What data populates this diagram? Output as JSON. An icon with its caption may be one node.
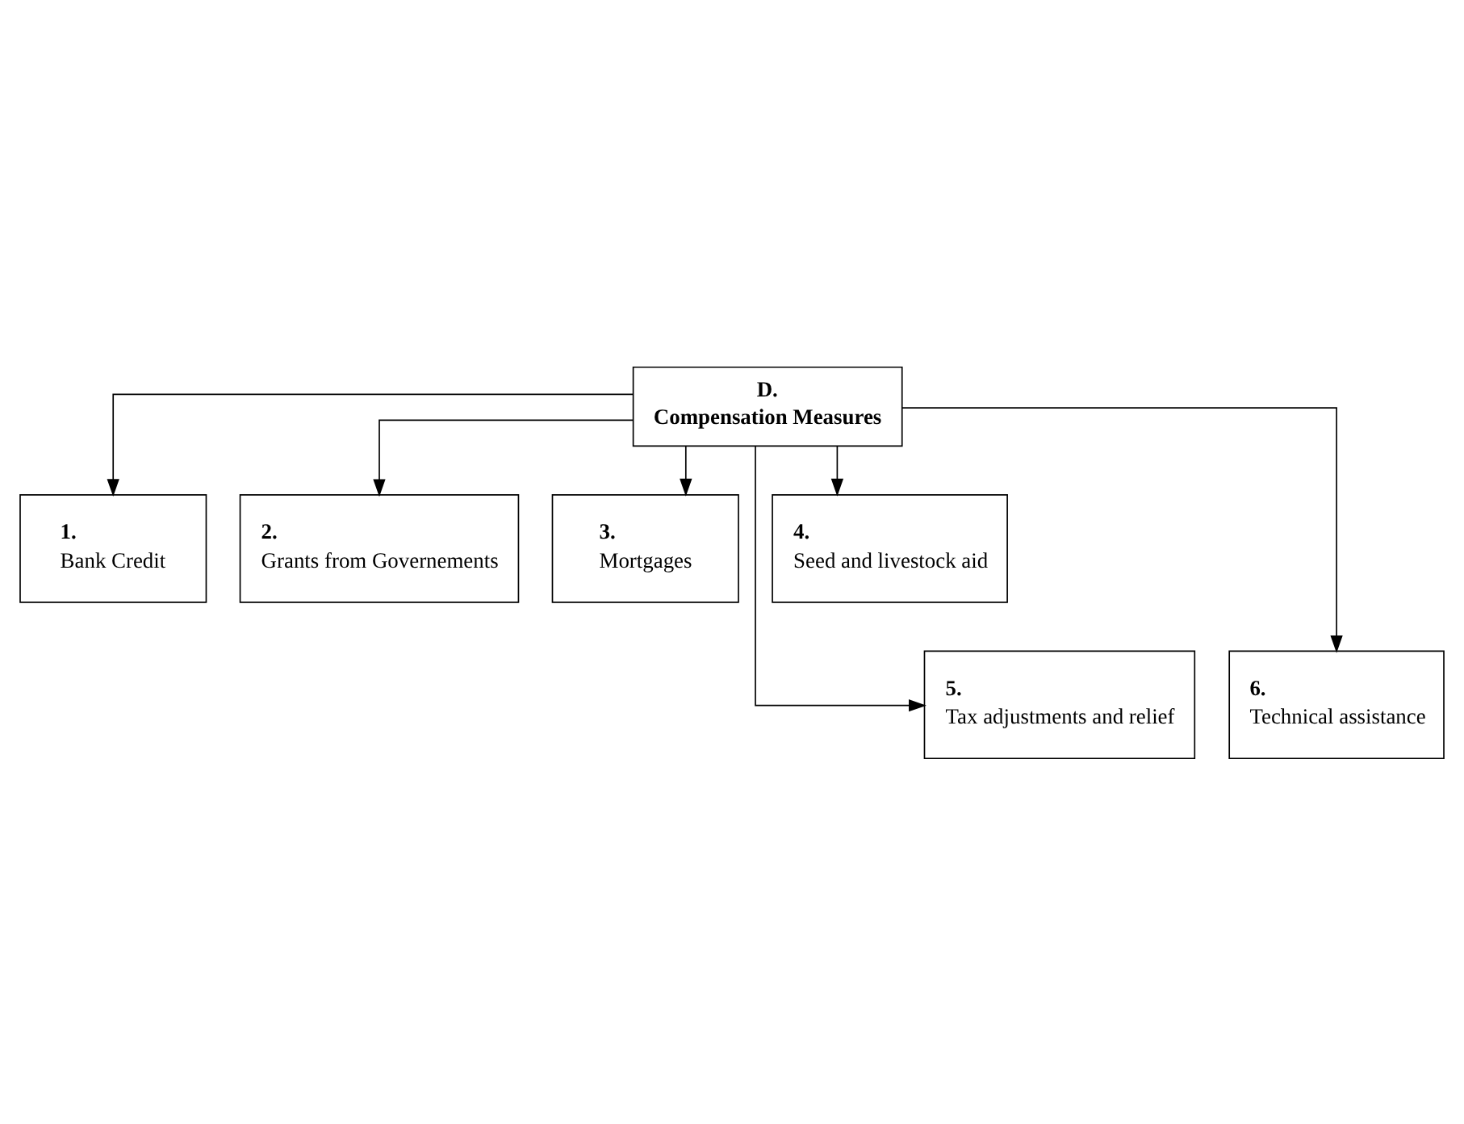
{
  "diagram": {
    "nodes": [
      {
        "text": [
          "D.",
          "Compensation Measures"
        ]
      },
      {
        "text": [
          "1.",
          "Bank Credit"
        ]
      },
      {
        "text": [
          "2.",
          "Grants from Governements"
        ]
      },
      {
        "text": [
          "3.",
          "Mortgages"
        ]
      },
      {
        "text": [
          "4.",
          "Seed and livestock aid"
        ]
      },
      {
        "text": [
          "5.",
          "Tax adjustments and relief"
        ]
      },
      {
        "text": [
          "6.",
          "Technical assistance"
        ]
      }
    ],
    "edges": [
      {
        "from": 0,
        "to": 1,
        "arrow": "to"
      },
      {
        "from": 0,
        "to": 2,
        "arrow": "to"
      },
      {
        "from": 0,
        "to": 3,
        "arrow": "to"
      },
      {
        "from": 0,
        "to": 4,
        "arrow": "to"
      },
      {
        "from": 0,
        "to": 5,
        "arrow": "to"
      },
      {
        "from": 0,
        "to": 6,
        "arrow": "to"
      }
    ]
  }
}
